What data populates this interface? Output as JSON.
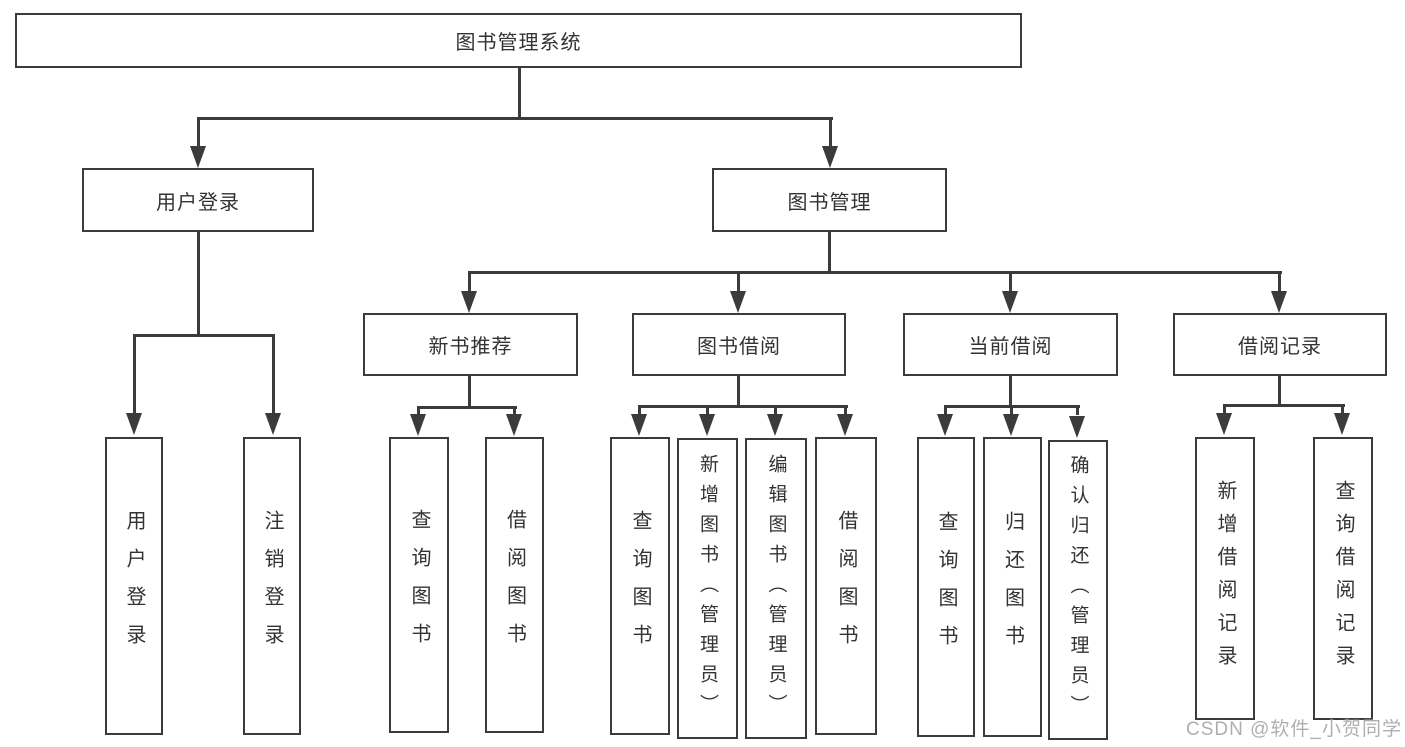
{
  "colors": {
    "line": "#3b3b3b",
    "box_border": "#3b3b3b",
    "box_fill": "#ffffff",
    "text": "#333333",
    "watermark": "#a8a8a8"
  },
  "tree": {
    "root": {
      "label": "图书管理系统"
    },
    "branches": [
      {
        "label": "用户登录",
        "children": [
          {
            "label": "用户登录"
          },
          {
            "label": "注销登录"
          }
        ]
      },
      {
        "label": "图书管理",
        "children": [
          {
            "label": "新书推荐",
            "children": [
              {
                "label": "查询图书"
              },
              {
                "label": "借阅图书"
              }
            ]
          },
          {
            "label": "图书借阅",
            "children": [
              {
                "label": "查询图书"
              },
              {
                "label": "新增图书（管理员）"
              },
              {
                "label": "编辑图书（管理员）"
              },
              {
                "label": "借阅图书"
              }
            ]
          },
          {
            "label": "当前借阅",
            "children": [
              {
                "label": "查询图书"
              },
              {
                "label": "归还图书"
              },
              {
                "label": "确认归还（管理员）"
              }
            ]
          },
          {
            "label": "借阅记录",
            "children": [
              {
                "label": "新增借阅记录"
              },
              {
                "label": "查询借阅记录"
              }
            ]
          }
        ]
      }
    ]
  },
  "watermark": {
    "text": "CSDN @软件_小贺同学"
  }
}
